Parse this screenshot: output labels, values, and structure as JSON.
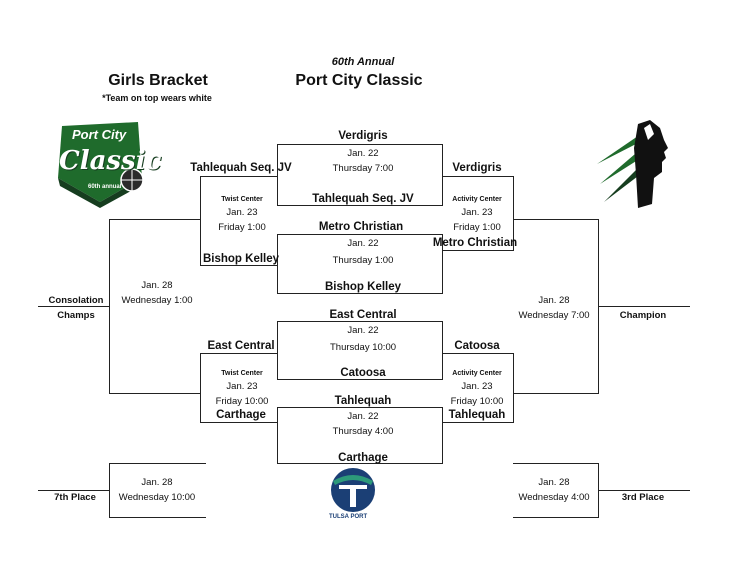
{
  "header": {
    "annual": "60th Annual",
    "event_title": "Port City Classic",
    "bracket_title": "Girls Bracket",
    "note": "*Team on top wears white"
  },
  "logos": {
    "left_word1": "Port City",
    "left_word2": "Classic",
    "left_badge": "60th annual",
    "sponsor_text": "TULSA PORT",
    "colors": {
      "green": "#1f6b2c",
      "dark_green": "#163d1f",
      "navy": "#1b3f75",
      "teal": "#2d9a7a"
    }
  },
  "round1": {
    "g1": {
      "top": "Verdigris",
      "date": "Jan. 22",
      "time": "Thursday   7:00",
      "bottom": "Tahlequah Seq. JV"
    },
    "g2": {
      "top": "Metro Christian",
      "date": "Jan. 22",
      "time": "Thursday  1:00",
      "bottom": "Bishop Kelley"
    },
    "g3": {
      "top": "East Central",
      "date": "Jan. 22",
      "time": "Thursday    10:00",
      "bottom": "Catoosa"
    },
    "g4": {
      "top": "Tahlequah",
      "date": "Jan. 22",
      "time": "Thursday  4:00",
      "bottom": "Carthage"
    }
  },
  "left_semis": {
    "s1": {
      "top": "Tahlequah Seq. JV",
      "venue": "Twist Center",
      "date": "Jan. 23",
      "time": "Friday  1:00",
      "bottom": "Bishop Kelley"
    },
    "s2": {
      "top": "East Central",
      "venue": "Twist Center",
      "date": "Jan. 23",
      "time": "Friday  10:00",
      "bottom": "Carthage"
    }
  },
  "right_semis": {
    "s1": {
      "top": "Verdigris",
      "venue": "Activity Center",
      "date": "Jan. 23",
      "time": "Friday  1:00",
      "bottom": "Metro Christian"
    },
    "s2": {
      "top": "Catoosa",
      "venue": "Activity Center",
      "date": "Jan. 23",
      "time": "Friday  10:00",
      "bottom": "Tahlequah"
    }
  },
  "finals": {
    "consolation": {
      "date": "Jan. 28",
      "time": "Wednesday   1:00",
      "label1": "Consolation",
      "label2": "Champs"
    },
    "championship": {
      "date": "Jan. 28",
      "time": "Wednesday 7:00",
      "label": "Champion"
    },
    "seventh": {
      "date": "Jan. 28",
      "time": "Wednesday   10:00",
      "label": "7th Place"
    },
    "third": {
      "date": "Jan. 28",
      "time": "Wednesday     4:00",
      "label": "3rd Place"
    }
  }
}
